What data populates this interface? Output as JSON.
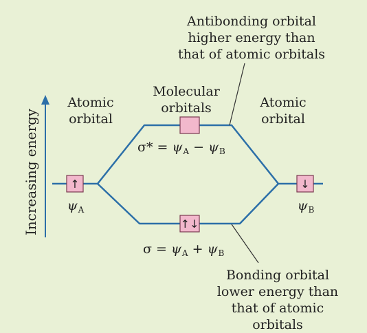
{
  "axis": {
    "label": "Increasing energy"
  },
  "labels": {
    "atomic_left": "Atomic\norbital",
    "atomic_right": "Atomic\norbital",
    "molecular": "Molecular\norbitals",
    "antibonding_note": "Antibonding orbital\nhigher energy than\nthat of atomic orbitals",
    "bonding_note": "Bonding orbital\nlower energy than\nthat of atomic orbitals"
  },
  "orbitals": {
    "psi_a": {
      "symbol": "ψ",
      "sub": "A",
      "electrons": "↑"
    },
    "psi_b": {
      "symbol": "ψ",
      "sub": "B",
      "electrons": "↓"
    },
    "sigma_star": {
      "symbol": "σ*",
      "electrons": ""
    },
    "sigma": {
      "symbol": "σ",
      "electrons": "↑↓"
    }
  },
  "equations": {
    "sigma_star": {
      "lhs": "σ*",
      "eq": "=",
      "t1": "ψ",
      "s1": "A",
      "op": "−",
      "t2": "ψ",
      "s2": "B"
    },
    "sigma": {
      "lhs": "σ",
      "eq": "=",
      "t1": "ψ",
      "s1": "A",
      "op": "+",
      "t2": "ψ",
      "s2": "B"
    }
  },
  "colors": {
    "line": "#2c6fa8",
    "box_fill": "#f2b8cc",
    "box_stroke": "#7a3a50",
    "background": "#e9f1d6"
  }
}
